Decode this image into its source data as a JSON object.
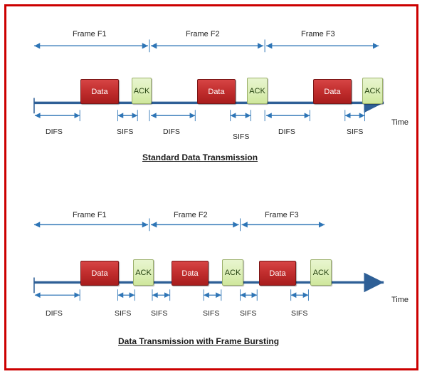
{
  "figure": {
    "border_color": "#cc0000",
    "background": "#ffffff",
    "data_block_color": "#c32f2f",
    "ack_block_color": "#dbeeb5",
    "axis_color": "#2e5f96",
    "arrow_color": "#2e75b6"
  },
  "diagrams": [
    {
      "id": "standard",
      "caption": "Standard Data Transmission",
      "time_label": "Time",
      "frames": [
        {
          "label": "Frame F1"
        },
        {
          "label": "Frame F2"
        },
        {
          "label": "Frame F3"
        }
      ],
      "blocks": [
        {
          "label": "Data",
          "type": "data"
        },
        {
          "label": "ACK",
          "type": "ack"
        },
        {
          "label": "Data",
          "type": "data"
        },
        {
          "label": "ACK",
          "type": "ack"
        },
        {
          "label": "Data",
          "type": "data"
        },
        {
          "label": "ACK",
          "type": "ack"
        }
      ],
      "gaps": [
        {
          "label": "DIFS"
        },
        {
          "label": "SIFS"
        },
        {
          "label": "DIFS"
        },
        {
          "label": "SIFS"
        },
        {
          "label": "DIFS"
        },
        {
          "label": "SIFS"
        }
      ]
    },
    {
      "id": "bursting",
      "caption": "Data Transmission with Frame Bursting",
      "time_label": "Time",
      "frames": [
        {
          "label": "Frame F1"
        },
        {
          "label": "Frame F2"
        },
        {
          "label": "Frame F3"
        }
      ],
      "blocks": [
        {
          "label": "Data",
          "type": "data"
        },
        {
          "label": "ACK",
          "type": "ack"
        },
        {
          "label": "Data",
          "type": "data"
        },
        {
          "label": "ACK",
          "type": "ack"
        },
        {
          "label": "Data",
          "type": "data"
        },
        {
          "label": "ACK",
          "type": "ack"
        }
      ],
      "gaps": [
        {
          "label": "DIFS"
        },
        {
          "label": "SIFS"
        },
        {
          "label": "SIFS"
        },
        {
          "label": "SIFS"
        },
        {
          "label": "SIFS"
        },
        {
          "label": "SIFS"
        }
      ]
    }
  ]
}
